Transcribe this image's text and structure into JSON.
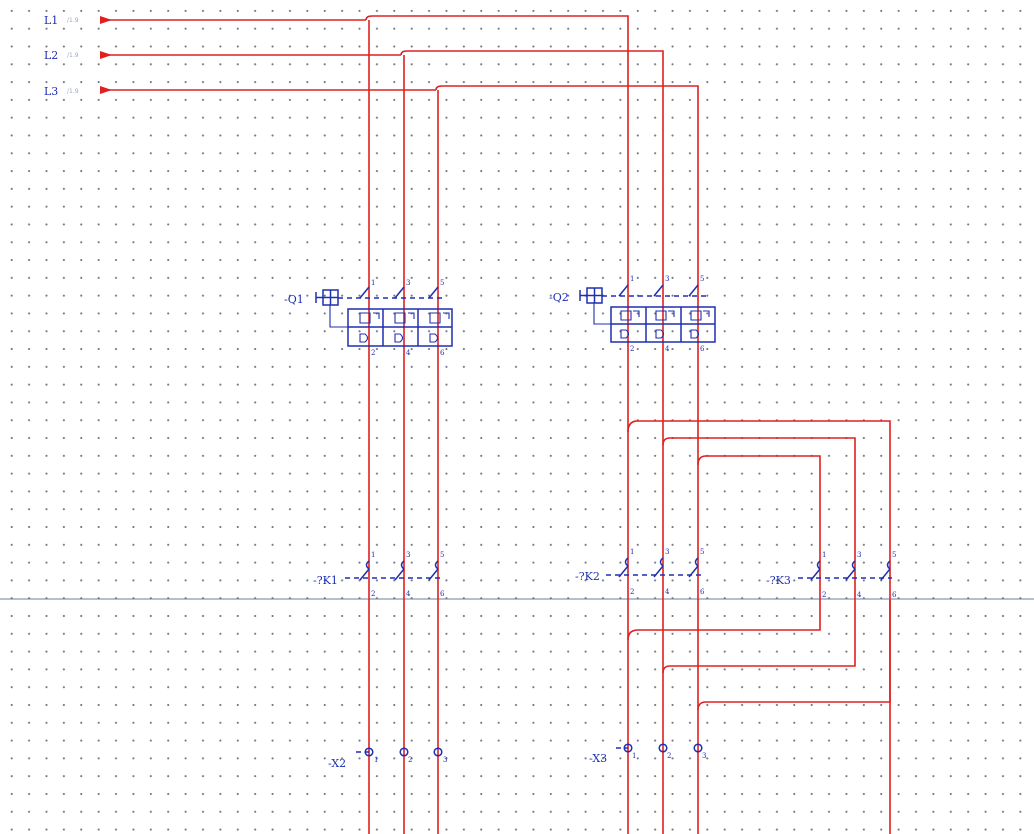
{
  "bus_lines": [
    {
      "label": "L1",
      "suffix": "/1.9"
    },
    {
      "label": "L2",
      "suffix": "/1.9"
    },
    {
      "label": "L3",
      "suffix": "/1.9"
    }
  ],
  "breakers": [
    {
      "label": "-Q1",
      "top_pins": [
        "1",
        "3",
        "5"
      ],
      "bottom_pins": [
        "2",
        "4",
        "6"
      ]
    },
    {
      "label": "-Q2",
      "top_pins": [
        "1",
        "3",
        "5"
      ],
      "bottom_pins": [
        "2",
        "4",
        "6"
      ]
    }
  ],
  "contactors": [
    {
      "label": "-?K1",
      "top_pins": [
        "1",
        "3",
        "5"
      ],
      "bottom_pins": [
        "2",
        "4",
        "6"
      ]
    },
    {
      "label": "-?K2",
      "top_pins": [
        "1",
        "3",
        "5"
      ],
      "bottom_pins": [
        "2",
        "4",
        "6"
      ]
    },
    {
      "label": "-?K3",
      "top_pins": [
        "1",
        "3",
        "5"
      ],
      "bottom_pins": [
        "2",
        "4",
        "6"
      ]
    }
  ],
  "terminals": [
    {
      "label": "-X2",
      "pins": [
        "1",
        "2",
        "3"
      ]
    },
    {
      "label": "-X3",
      "pins": [
        "1",
        "2",
        "3"
      ]
    }
  ],
  "colors": {
    "wire": "#e02020",
    "symbol": "#1f2fb0",
    "grid_dot": "#6f7a8c"
  }
}
